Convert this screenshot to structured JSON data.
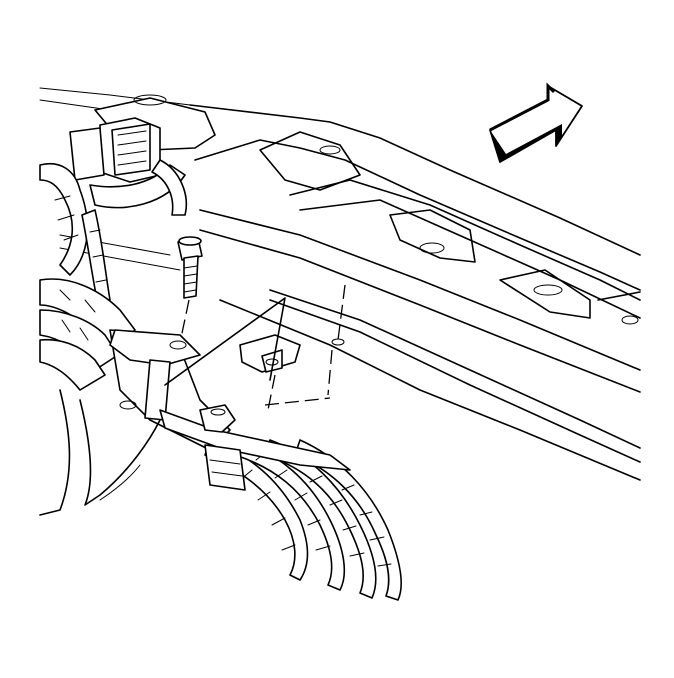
{
  "figure": {
    "description_kind": "line-art service illustration",
    "colors": {
      "ink": "#000000",
      "background": "#ffffff"
    },
    "parts": [
      {
        "id": "frame-rail",
        "icon": "frame-rail-icon"
      },
      {
        "id": "mounting-bolt",
        "icon": "bolt-icon"
      },
      {
        "id": "clip-nut",
        "icon": "clip-nut-icon"
      },
      {
        "id": "harness-bracket",
        "icon": "bracket-icon"
      },
      {
        "id": "harness-connector",
        "icon": "connector-icon"
      },
      {
        "id": "cable-bundle",
        "icon": "cable-bundle-icon"
      },
      {
        "id": "direction-arrow",
        "icon": "forward-arrow-icon"
      }
    ]
  }
}
